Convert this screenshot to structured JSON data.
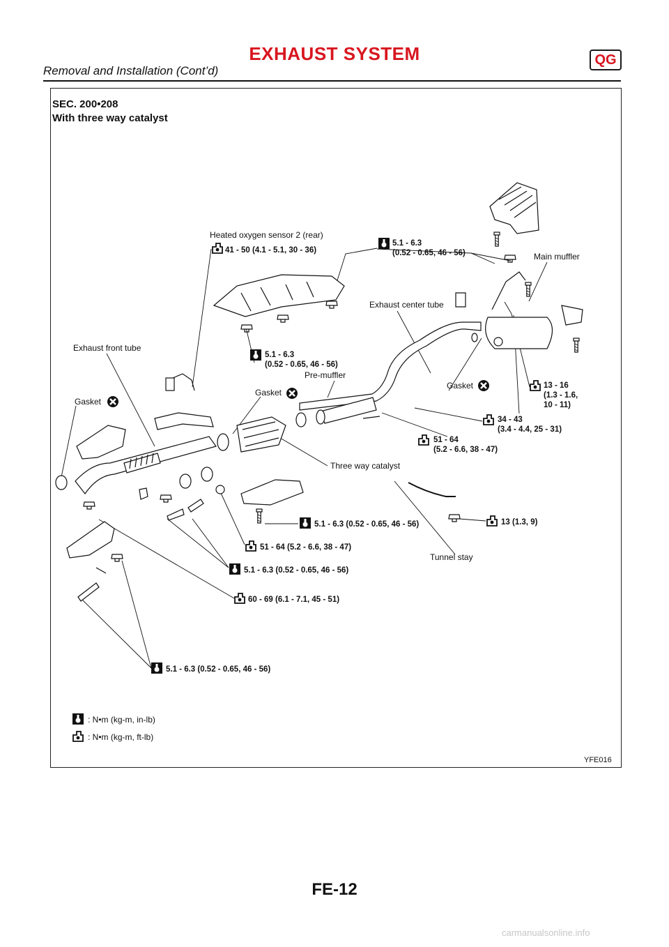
{
  "header": {
    "title": "EXHAUST SYSTEM",
    "badge": "QG",
    "subtitle": "Removal and Installation (Cont’d)"
  },
  "figure": {
    "section": "SEC. 200•208",
    "heading": "With three way catalyst",
    "labels": {
      "heated_oxygen_sensor": "Heated oxygen sensor 2 (rear)",
      "torque_sensor": "41 - 50 (4.1 - 5.1, 30 - 36)",
      "torque_mm_top_1": "5.1 - 6.3",
      "torque_mm_top_2": "(0.52 - 0.65, 46 - 56)",
      "main_muffler": "Main muffler",
      "exhaust_center_tube": "Exhaust center tube",
      "exhaust_front_tube": "Exhaust front tube",
      "torque_shield_1": "5.1 - 6.3",
      "torque_shield_2": "(0.52 - 0.65, 46 - 56)",
      "pre_muffler": "Pre-muffler",
      "gasket_left": "Gasket",
      "gasket_middle": "Gasket",
      "gasket_right": "Gasket",
      "torque_muffler_1": "13 - 16",
      "torque_muffler_2": "(1.3 - 1.6,",
      "torque_muffler_3": "10 - 11)",
      "torque_hanger_1": "34 - 43",
      "torque_hanger_2": "(3.4 - 4.4, 25 - 31)",
      "torque_flange_1": "51 - 64",
      "torque_flange_2": "(5.2 - 6.6, 38 - 47)",
      "three_way_catalyst": "Three way catalyst",
      "torque_cat_shield": "5.1 - 6.3 (0.52 - 0.65, 46 - 56)",
      "torque_stay": "13 (1.3, 9)",
      "torque_cat_flange": "51 - 64 (5.2 - 6.6, 38 - 47)",
      "tunnel_stay": "Tunnel stay",
      "torque_bracket": "5.1 - 6.3 (0.52 - 0.65, 46 - 56)",
      "torque_manifold": "60 - 69 (6.1 - 7.1, 45 - 51)",
      "torque_front_shield": "5.1 - 6.3 (0.52 - 0.65, 46 - 56)"
    },
    "legend": {
      "small_torque_units": ": N•m (kg-m, in-lb)",
      "large_torque_units": ": N•m (kg-m, ft-lb)"
    },
    "figure_id": "YFE016"
  },
  "footer": {
    "page_number": "FE-12",
    "watermark": "carmanualsonline.info"
  }
}
